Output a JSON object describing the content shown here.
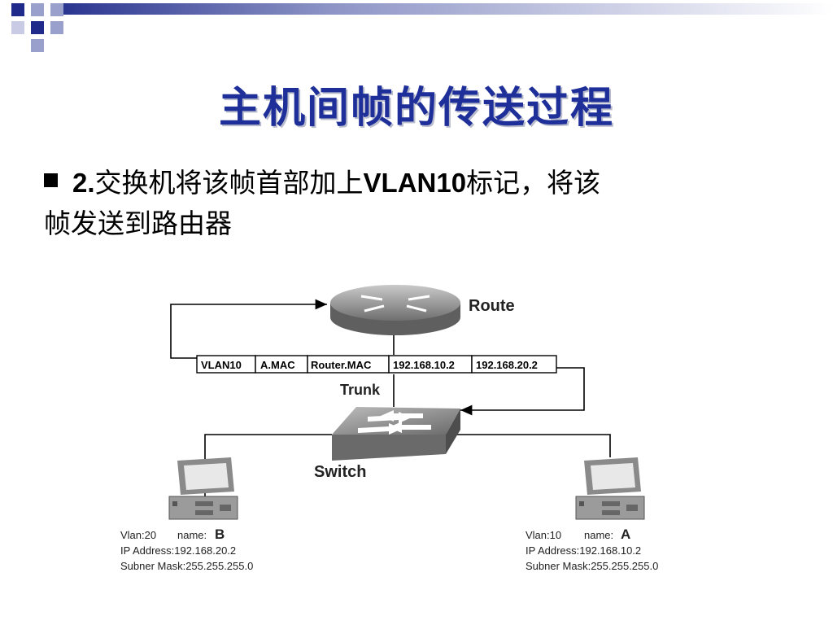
{
  "slide": {
    "title": "主机间帧的传送过程",
    "bullet_num": "2.",
    "bullet_line1_a": "交换机将该帧首部加上",
    "bullet_line1_b": "VLAN10",
    "bullet_line1_c": "标记，将该",
    "bullet_line2": "帧发送到路由器"
  },
  "diagram": {
    "router_label": "Route",
    "switch_label": "Switch",
    "trunk_label": "Trunk",
    "frame_fields": [
      "VLAN10",
      "A.MAC",
      "Router.MAC",
      "192.168.10.2",
      "192.168.20.2"
    ],
    "host_b": {
      "vlan": "Vlan:20",
      "name_prefix": "name:",
      "name": "B",
      "ip": "IP Address:192.168.20.2",
      "mask": "Subner Mask:255.255.255.0"
    },
    "host_a": {
      "vlan": "Vlan:10",
      "name_prefix": "name:",
      "name": "A",
      "ip": "IP Address:192.168.10.2",
      "mask": "Subner Mask:255.255.255.0"
    }
  },
  "colors": {
    "title": "#1f2f9a",
    "corner_dark": "#1f2a8a",
    "corner_light": "#8f96c8"
  }
}
